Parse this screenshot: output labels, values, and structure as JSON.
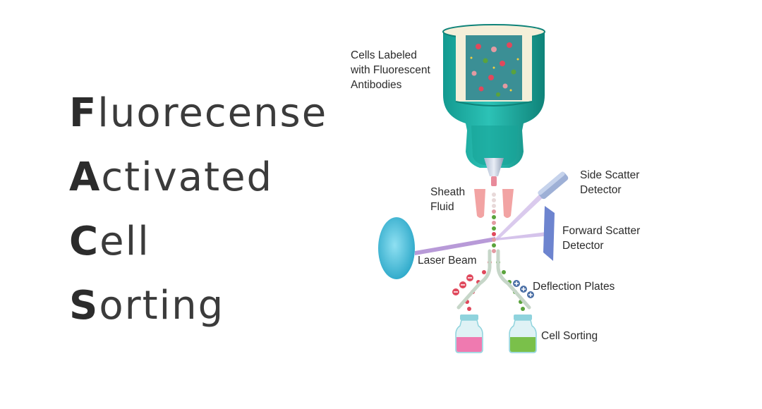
{
  "title": {
    "lines": [
      {
        "initial": "F",
        "rest": "luorecense"
      },
      {
        "initial": "A",
        "rest": "ctivated"
      },
      {
        "initial": "C",
        "rest": "ell"
      },
      {
        "initial": "S",
        "rest": "orting"
      }
    ]
  },
  "diagram": {
    "labels": {
      "cells_line1": "Cells Labeled",
      "cells_line2": "with Fluorescent",
      "cells_line3": "Antibodies",
      "side_line1": "Side Scatter",
      "side_line2": "Detector",
      "sheath_line1": "Sheath",
      "sheath_line2": "Fluid",
      "forward_line1": "Forward Scatter",
      "forward_line2": "Detector",
      "laser": "Laser Beam",
      "deflection": "Deflection Plates",
      "sorting": "Cell Sorting"
    },
    "colors": {
      "nozzle": "#1fb3a8",
      "nozzle_dark": "#128a80",
      "nozzle_inner": "#3b8f95",
      "tip": "#e88a9a",
      "sheath": "#f2a3a3",
      "laser": "#b89ad8",
      "lens": "#52c1dc",
      "detector": "#6d84cf",
      "cell_red": "#e0485c",
      "cell_green": "#5aa33c",
      "cell_pink": "#e39aa2",
      "vial_pink": "#ef7ab0",
      "vial_green": "#7ac04a",
      "vial_cap": "#8fd3dd",
      "plate": "#c6d6c8"
    }
  }
}
